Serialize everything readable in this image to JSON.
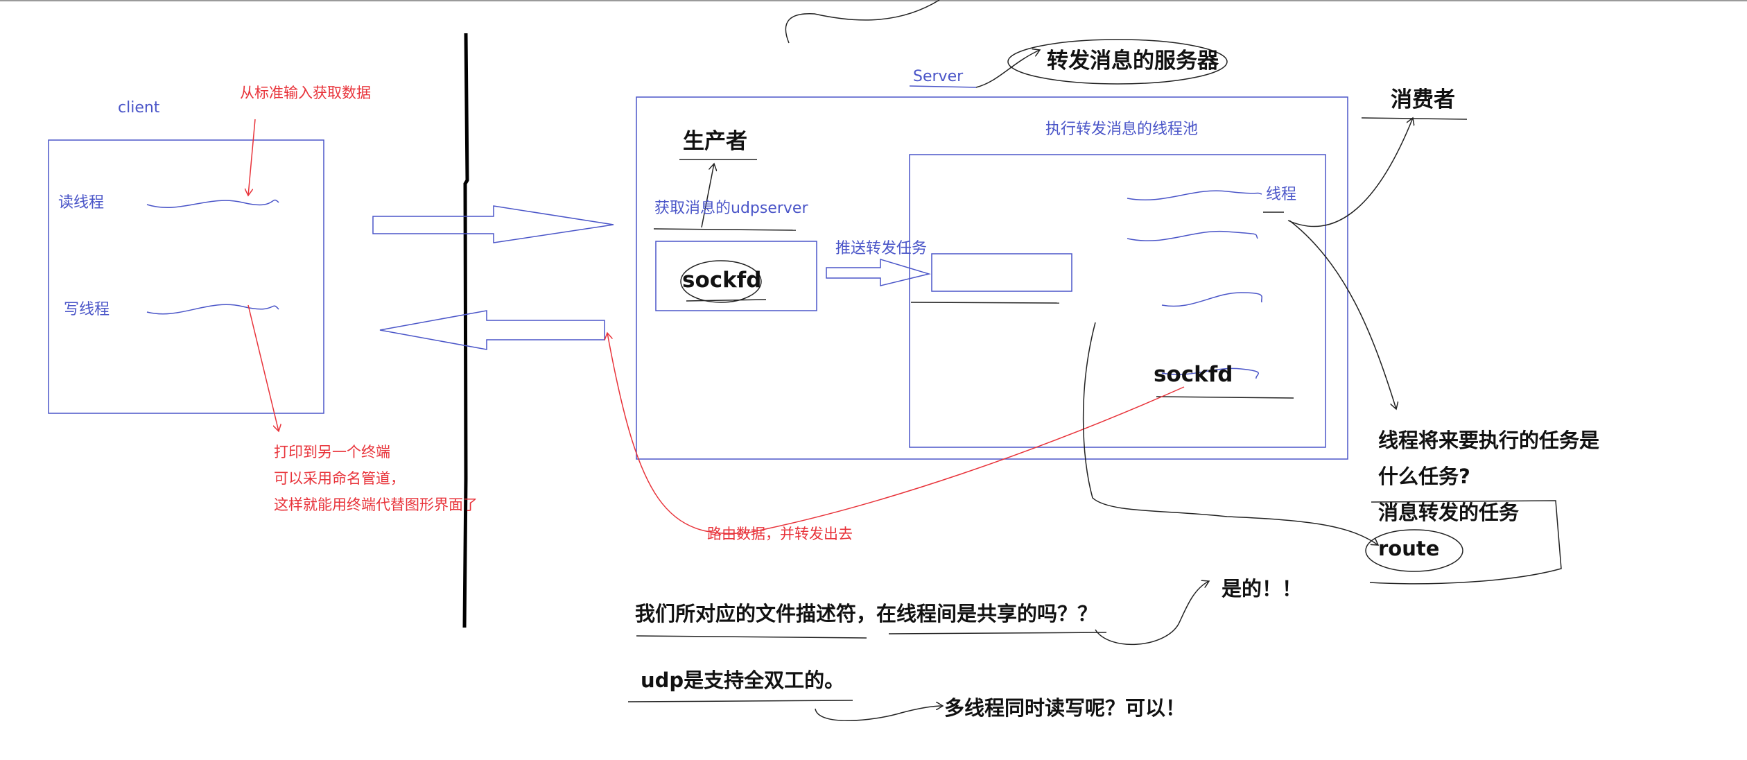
{
  "colors": {
    "ink_blue": "#4a55c8",
    "ink_red": "#e8333a",
    "ink_black": "#111111",
    "background": "#ffffff"
  },
  "client": {
    "title": "client",
    "read_thread": "读线程",
    "write_thread": "写线程",
    "stdin_note": "从标准输入获取数据",
    "output_note": [
      "打印到另一个终端",
      "可以采用命名管道，",
      "这样就能用终端代替图形界面了"
    ]
  },
  "server": {
    "title": "Server",
    "title_note": "转发消息的服务器",
    "producer": "生产者",
    "udpserver_label": "获取消息的udpserver",
    "sockfd_left": "sockfd",
    "push_task": "推送转发任务",
    "pool_title": "执行转发消息的线程池",
    "thread_label": "线程",
    "sockfd_right": "sockfd",
    "route_note": "路由数据，并转发出去"
  },
  "consumer": "消费者",
  "task_question": [
    "线程将来要执行的任务是",
    "什么任务?",
    "消息转发的任务",
    "route"
  ],
  "notes": {
    "fd_question": "我们所对应的文件描述符，在线程间是共享的吗？？",
    "fd_answer": "是的！！",
    "udp_duplex": "udp是支持全双工的。",
    "multi_rw": "多线程同时读写呢？可以！"
  }
}
